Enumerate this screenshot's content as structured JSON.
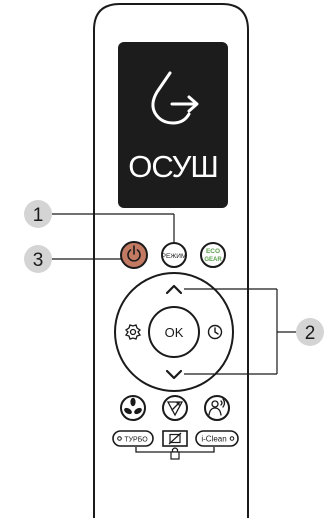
{
  "display": {
    "mode_text": "ОСУШ",
    "icon": "dry-mode-droplet-icon"
  },
  "buttons": {
    "power": {
      "icon": "power-icon",
      "color": "#c27a63"
    },
    "mode": {
      "label": "РЕЖИМ"
    },
    "eco": {
      "label_line1": "ECO",
      "label_line2": "GEAR",
      "color": "#5aa04a"
    },
    "ok": {
      "label": "OK"
    },
    "fan_icon": "fan-icon",
    "swing_icon": "swing-icon",
    "follow_me_icon": "follow-me-icon",
    "settings_icon": "gear-icon",
    "timer_icon": "clock-icon",
    "up_icon": "chevron-up-icon",
    "down_icon": "chevron-down-icon",
    "turbo": {
      "label": "ТУРБО"
    },
    "cancel_icon": "empty-set-icon",
    "iclean": {
      "label": "i-Clean"
    },
    "lock_icon": "lock-icon"
  },
  "callouts": {
    "c1": "1",
    "c2": "2",
    "c3": "3"
  },
  "colors": {
    "callout_fill": "#d4d4d4",
    "outline": "#1a1a1a"
  }
}
